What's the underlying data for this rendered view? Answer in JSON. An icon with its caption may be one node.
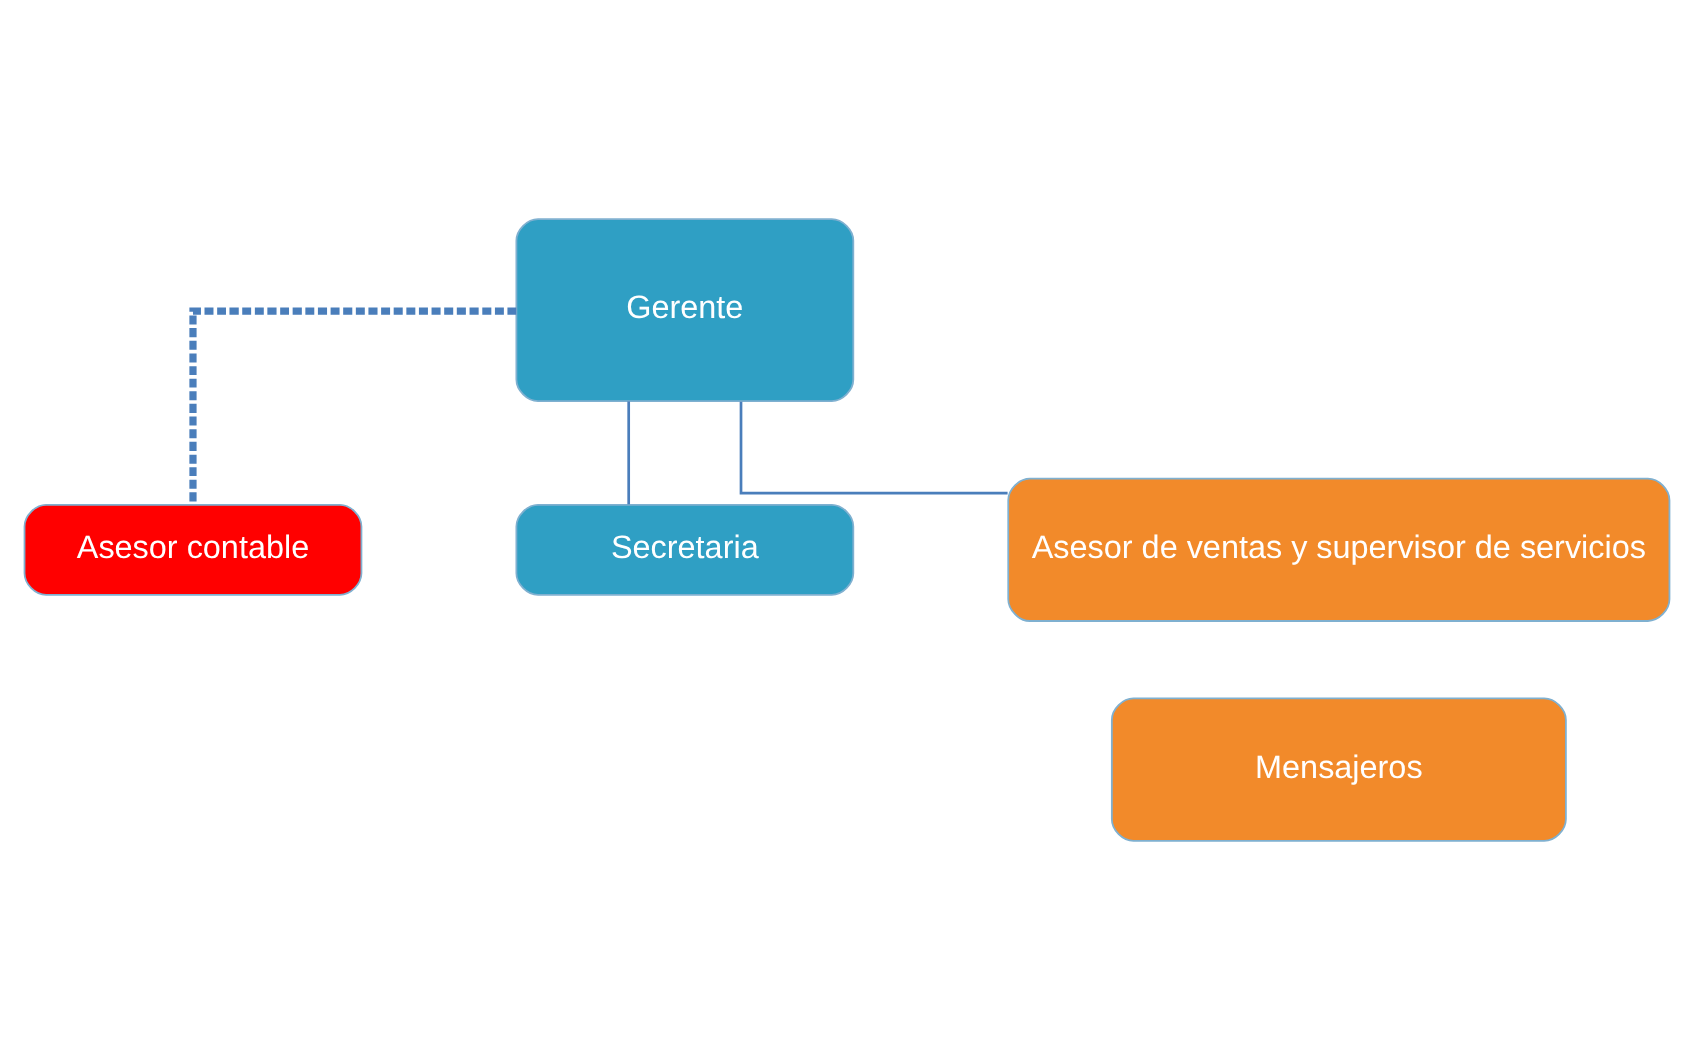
{
  "diagram": {
    "nodes": [
      {
        "text": [
          "Gerente"
        ]
      },
      {
        "text": [
          "Asesor contable"
        ]
      },
      {
        "text": [
          "Secretaria"
        ]
      },
      {
        "text": [
          "Asesor de ventas y supervisor de servicios"
        ]
      },
      {
        "text": [
          "Mensajeros"
        ]
      }
    ],
    "edges": [
      {
        "from": 0,
        "to": 1,
        "arrow": "none",
        "style": "dashed"
      },
      {
        "from": 0,
        "to": 2,
        "arrow": "none"
      },
      {
        "from": 0,
        "to": 3,
        "arrow": "none"
      }
    ]
  }
}
